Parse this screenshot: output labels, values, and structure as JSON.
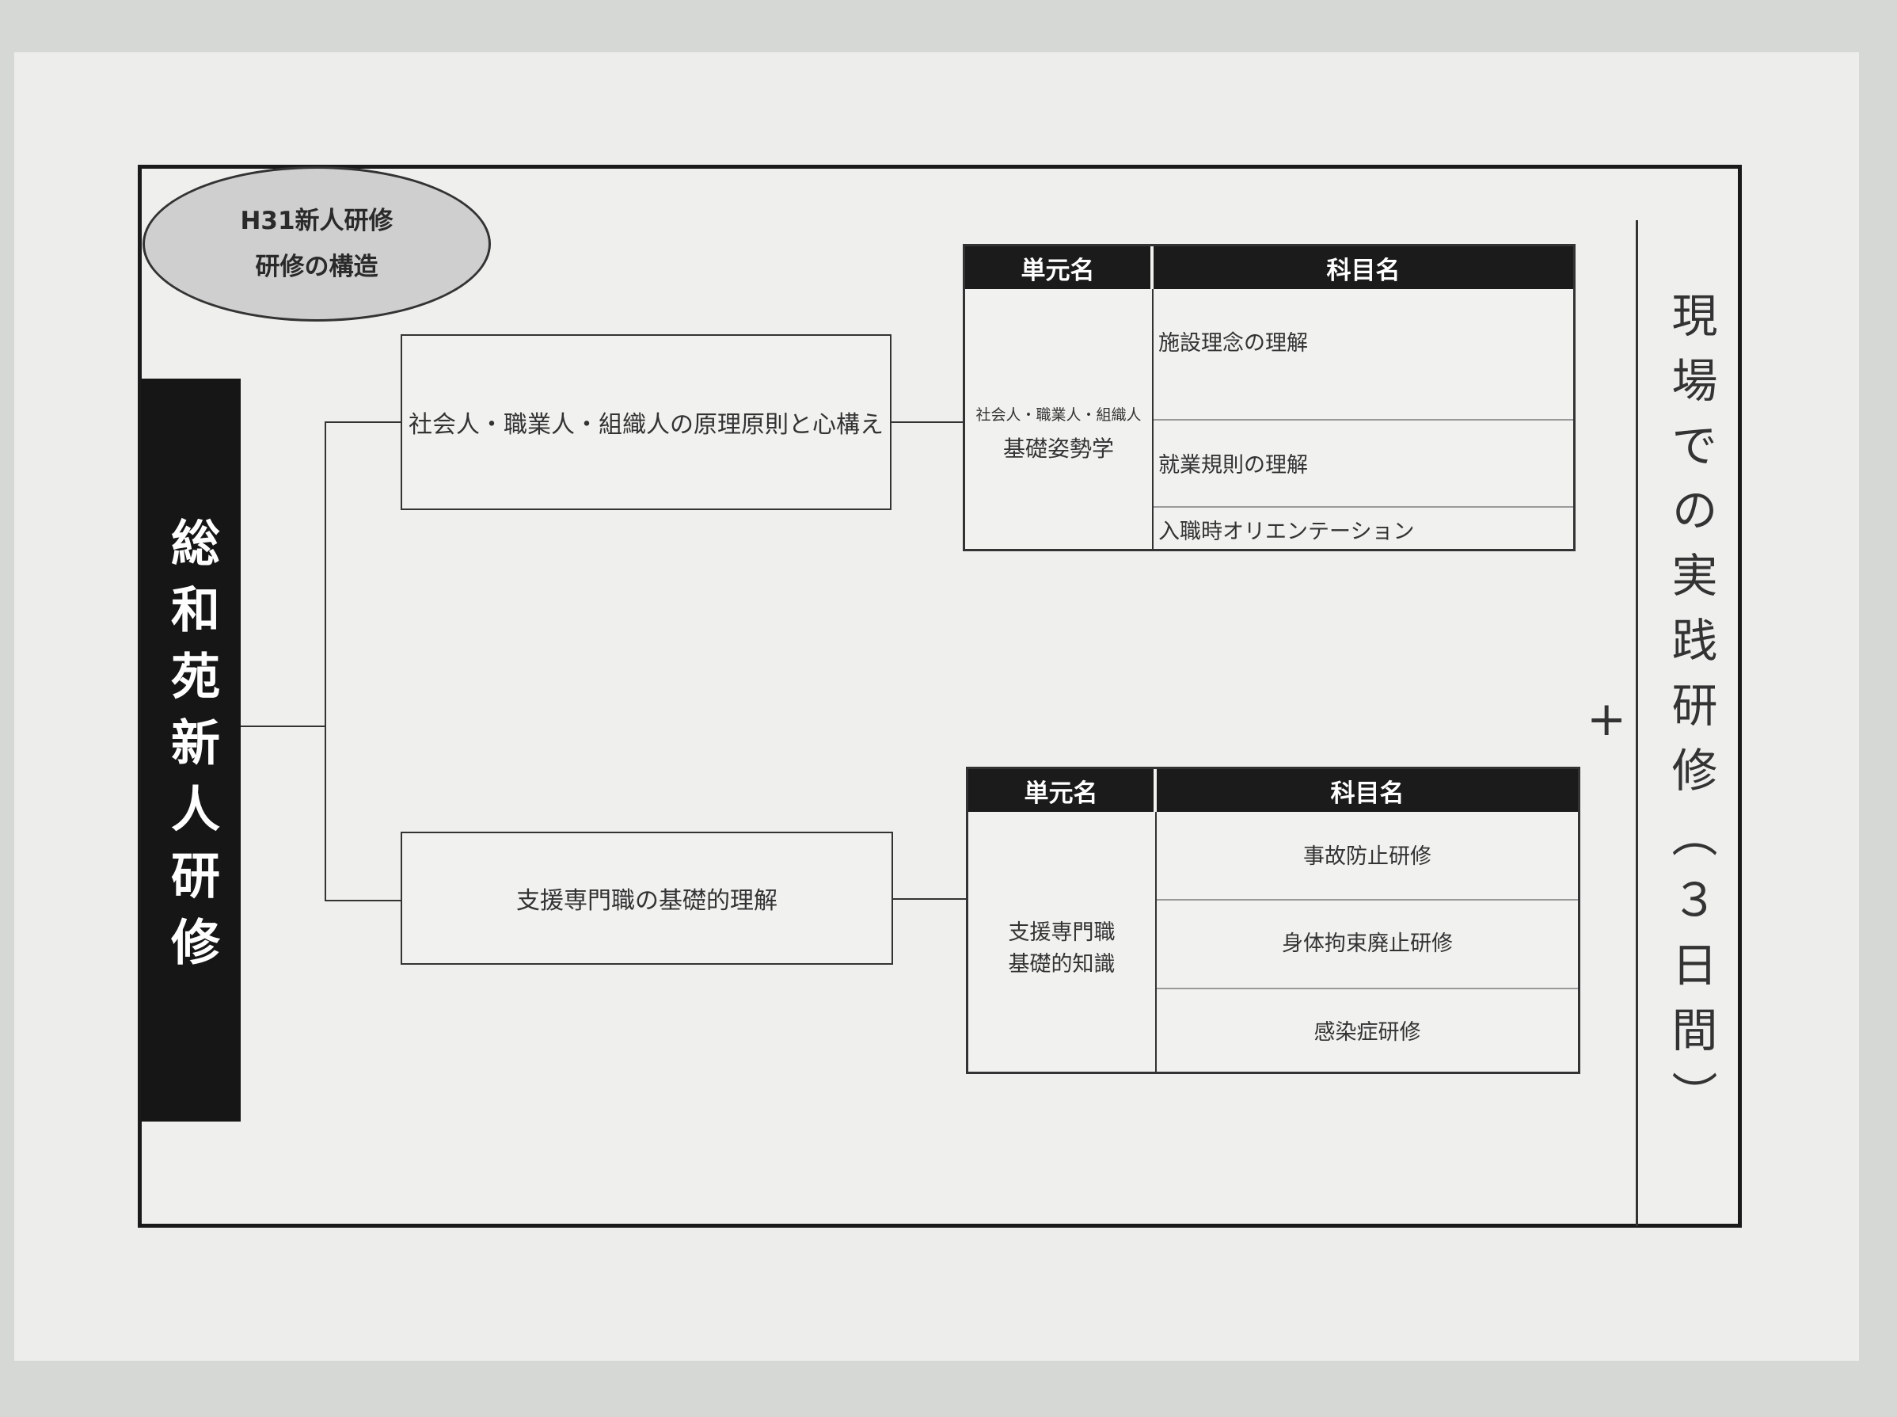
{
  "ellipse": {
    "line1": "H31新人研修",
    "line2": "研修の構造"
  },
  "left_title": "総和苑新人研修",
  "branches": [
    {
      "box_label": "社会人・職業人・組織人の原理原則と心構え",
      "table": {
        "unit_header": "単元名",
        "subject_header": "科目名",
        "unit_small": "社会人・職業人・組織人",
        "unit_main": "基礎姿勢学",
        "subjects": [
          "施設理念の理解",
          "就業規則の理解",
          "入職時オリエンテーション"
        ]
      }
    },
    {
      "box_label": "支援専門職の基礎的理解",
      "table": {
        "unit_header": "単元名",
        "subject_header": "科目名",
        "unit_line1": "支援専門職",
        "unit_line2": "基礎的知識",
        "subjects": [
          "事故防止研修",
          "身体拘束廃止研修",
          "感染症研修"
        ]
      }
    }
  ],
  "plus": "+",
  "right_title": "現場での実践研修（３日間）"
}
